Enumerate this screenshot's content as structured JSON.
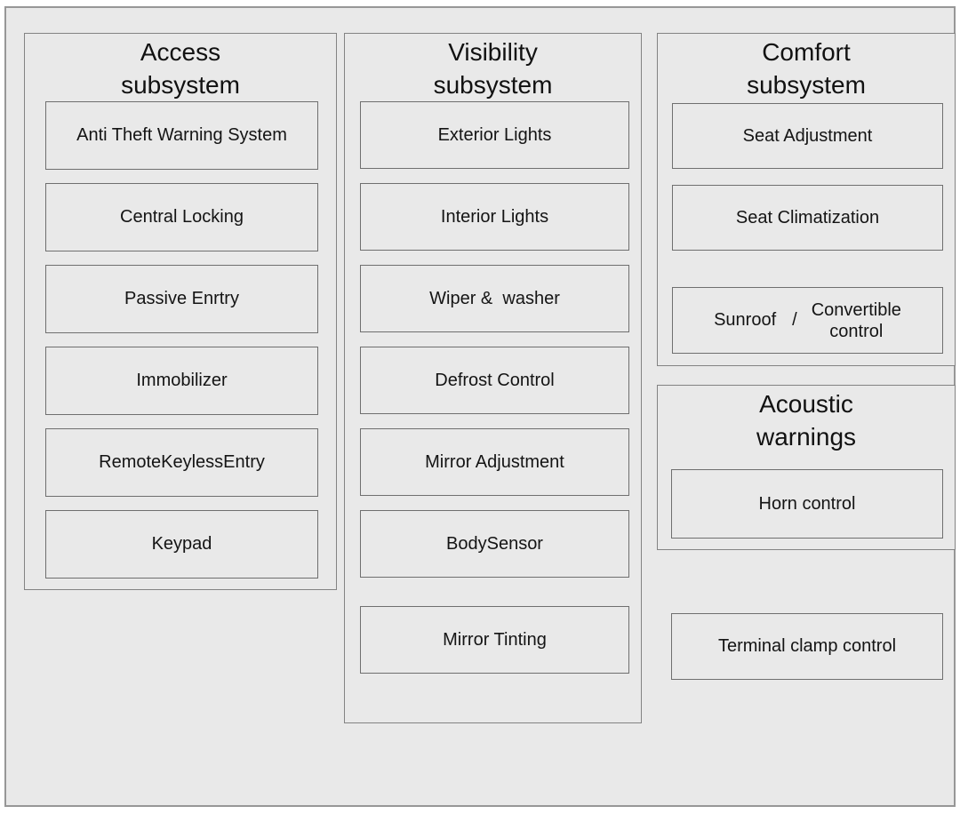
{
  "diagram": {
    "colors": {
      "page_bg": "#ffffff",
      "canvas_bg": "#e9e9e9",
      "outer_border": "#979797",
      "group_border": "#838383",
      "box_border": "#6f6f6f",
      "text": "#141414"
    },
    "groups": [
      {
        "name": "access",
        "title": "Access\nsubsystem",
        "items": [
          "Anti Theft Warning System",
          "Central Locking",
          "Passive Enrtry",
          "Immobilizer",
          "RemoteKeylessEntry",
          "Keypad"
        ]
      },
      {
        "name": "visibility",
        "title": "Visibility\nsubsystem",
        "items": [
          "Exterior Lights",
          "Interior Lights",
          "Wiper &  washer",
          "Defrost Control",
          "Mirror Adjustment",
          "BodySensor",
          "Mirror Tinting"
        ]
      },
      {
        "name": "comfort",
        "title": "Comfort\nsubsystem",
        "items": [
          "Seat Adjustment",
          "Seat Climatization"
        ],
        "composite_item": {
          "left": "Sunroof",
          "separator": "/",
          "right": "Convertible\ncontrol"
        }
      },
      {
        "name": "acoustic",
        "title": "Acoustic\nwarnings",
        "items": [
          "Horn control"
        ]
      }
    ],
    "standalone_items": [
      "Terminal clamp control"
    ]
  }
}
